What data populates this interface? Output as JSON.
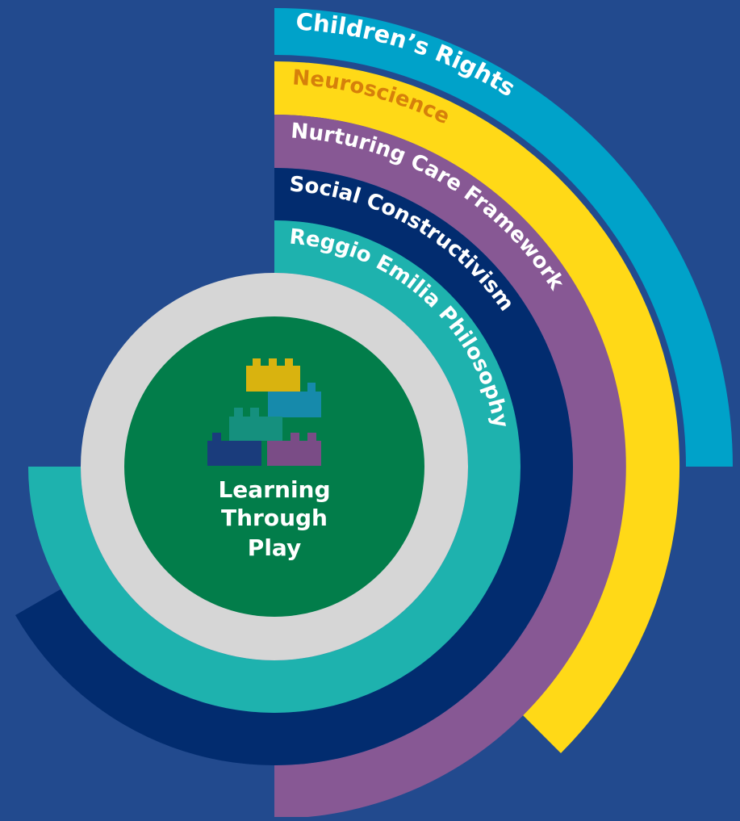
{
  "colors": {
    "background": "#224a8e",
    "childrens_rights": "#00a2c9",
    "neuroscience": "#ffd917",
    "neuroscience_text": "#d6800b",
    "nurturing_care": "#875894",
    "social_constructivism": "#022c6f",
    "reggio_emilia": "#1eb2ae",
    "inner_ring": "#d6d6d6",
    "core": "#027d4a",
    "white": "#ffffff",
    "brick_yellow": "#d9b30f",
    "brick_blue": "#168aab",
    "brick_teal": "#15907e",
    "brick_navy": "#1a3c7c",
    "brick_purple": "#7a4c86"
  },
  "rings": [
    {
      "id": "childrens-rights",
      "label": "Children’s Rights"
    },
    {
      "id": "neuroscience",
      "label": "Neuroscience"
    },
    {
      "id": "nurturing-care",
      "label": "Nurturing Care Framework"
    },
    {
      "id": "social-constructivism",
      "label": "Social Constructivism"
    },
    {
      "id": "reggio-emilia",
      "label": "Reggio Emilia Philosophy"
    }
  ],
  "center": {
    "line1": "Learning",
    "line2": "Through",
    "line3": "Play",
    "icon": "stacked-blocks-icon"
  }
}
